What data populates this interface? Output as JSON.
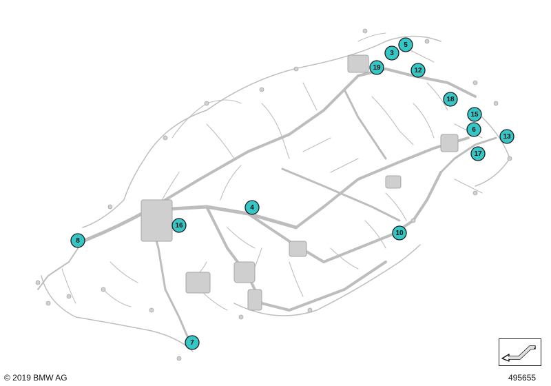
{
  "callouts": [
    {
      "label": "3"
    },
    {
      "label": "4"
    },
    {
      "label": "5"
    },
    {
      "label": "6"
    },
    {
      "label": "7"
    },
    {
      "label": "8"
    },
    {
      "label": "10"
    },
    {
      "label": "12"
    },
    {
      "label": "13"
    },
    {
      "label": "15"
    },
    {
      "label": "16"
    },
    {
      "label": "17"
    },
    {
      "label": "18"
    },
    {
      "label": "19"
    }
  ],
  "footer": {
    "copyright": "© 2019 BMW AG",
    "image_number": "495655"
  },
  "colors": {
    "callout_fill": "#36c6c6",
    "wiring_gray": "#b9b9b9"
  }
}
